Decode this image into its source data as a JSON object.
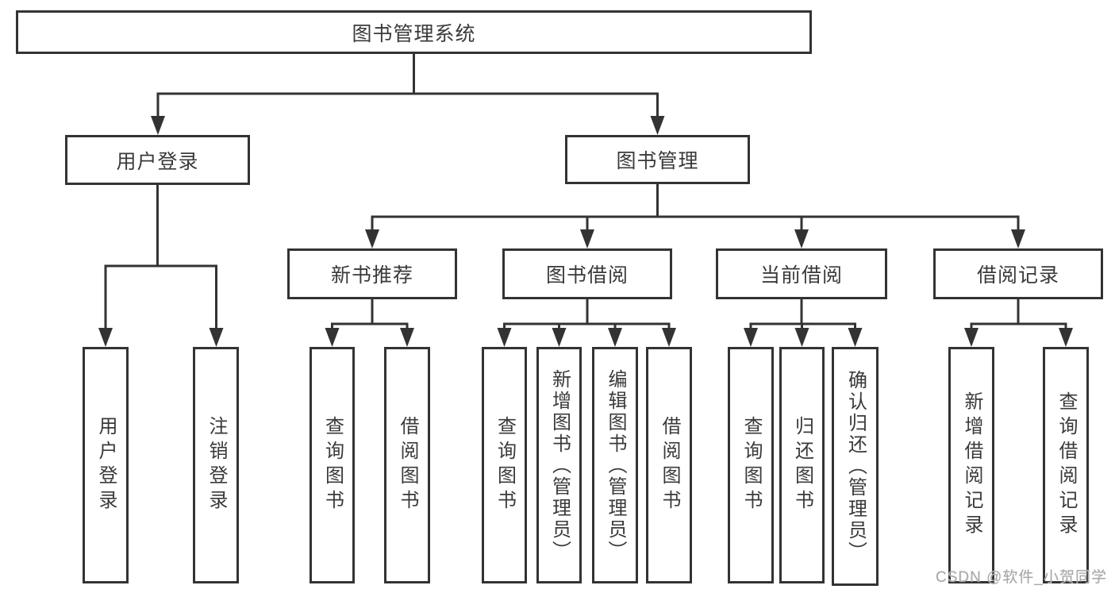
{
  "diagram": {
    "root": "图书管理系统",
    "level2": [
      {
        "label": "用户登录"
      },
      {
        "label": "图书管理"
      }
    ],
    "level3": [
      {
        "label": "新书推荐"
      },
      {
        "label": "图书借阅"
      },
      {
        "label": "当前借阅"
      },
      {
        "label": "借阅记录"
      }
    ],
    "leaves": {
      "login": [
        {
          "label": "用户登录"
        },
        {
          "label": "注销登录"
        }
      ],
      "recommend": [
        {
          "label": "查询图书"
        },
        {
          "label": "借阅图书"
        }
      ],
      "borrow": [
        {
          "label": "查询图书"
        },
        {
          "label": "新增图书（管理员）"
        },
        {
          "label": "编辑图书（管理员）"
        },
        {
          "label": "借阅图书"
        }
      ],
      "current": [
        {
          "label": "查询图书"
        },
        {
          "label": "归还图书"
        },
        {
          "label": "确认归还（管理员）"
        }
      ],
      "records": [
        {
          "label": "新增借阅记录"
        },
        {
          "label": "查询借阅记录"
        }
      ]
    },
    "watermark": "CSDN @软件_小贺同学",
    "colors": {
      "line": "#333333",
      "text": "#3a3a3a",
      "watermark": "#a9a9a9",
      "background": "#ffffff"
    }
  }
}
